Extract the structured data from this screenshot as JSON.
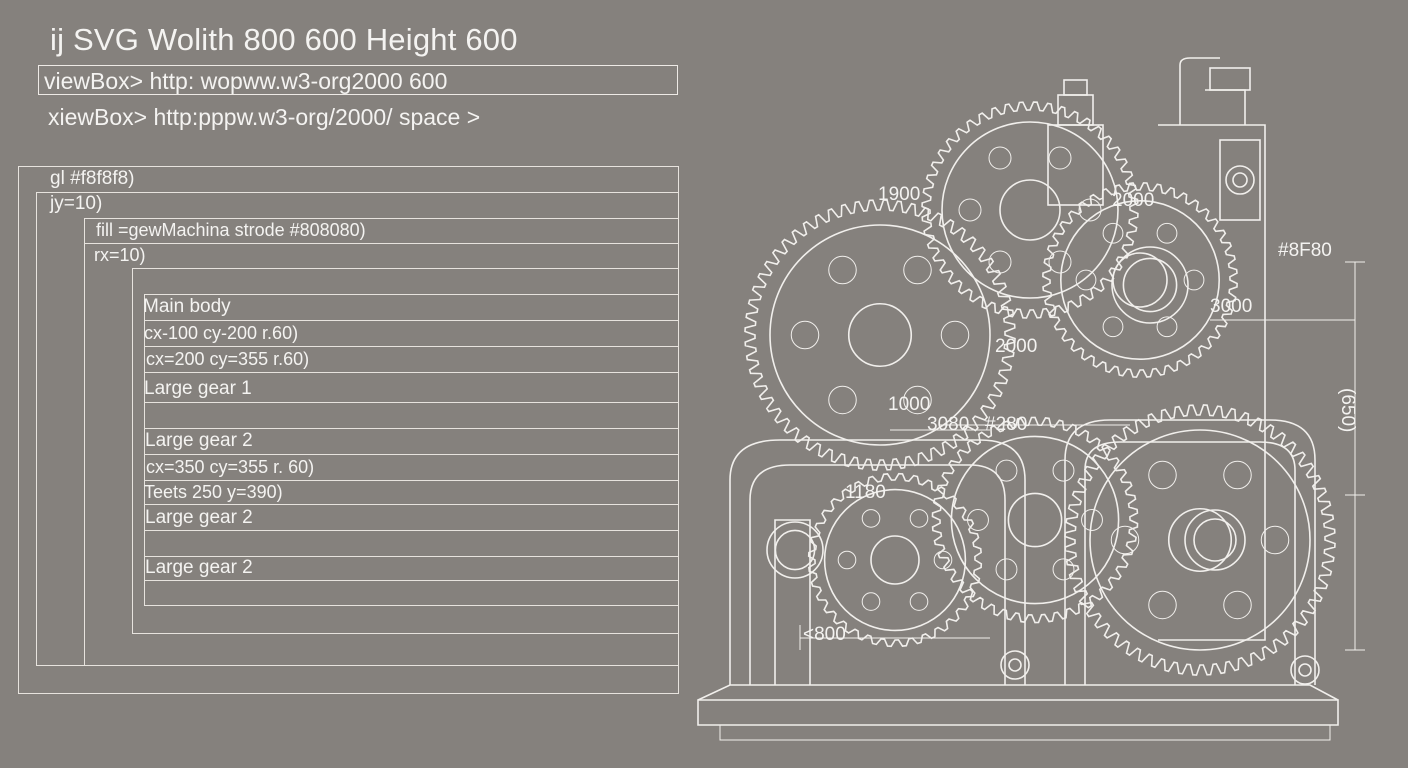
{
  "header": {
    "title": "ij SVG Wolith   800 600 Height 600",
    "viewbox_line_1": "viewBox>  http: wopww.w3-org2000 600",
    "viewbox_line_2": "xiewBox>  http:pppw.w3-org/2000/ space >"
  },
  "code_rows": [
    {
      "text": "gl    #f8f8f8)"
    },
    {
      "text": "jy=10)"
    },
    {
      "text": "fill =gewMachina strode #808080)"
    },
    {
      "text": "rx=10)"
    },
    {
      "text": "Main body"
    },
    {
      "text": "cx-100 cy-200 r.60)"
    },
    {
      "text": "cx=200 cy=355 r.60)"
    },
    {
      "text": "Large gear 1"
    },
    {
      "text": "Large gear 2"
    },
    {
      "text": "cx=350 cy=355  r. 60)"
    },
    {
      "text": "Teets 250 y=390)"
    },
    {
      "text": "Large gear 2"
    },
    {
      "text": "Large gear 2"
    }
  ],
  "drawing_labels": {
    "top_gear": "1900",
    "right_top": "2000",
    "side_color": "#8F80",
    "side_dim": "3000",
    "mid_gear": "2000",
    "vertical_dim": "(650)",
    "lower_a": "1000",
    "lower_b": "3080",
    "lower_c": "#280",
    "left_gear": "1180",
    "base_dim": "<800"
  },
  "colors": {
    "background": "#85817d",
    "line": "#f4f3f1"
  }
}
